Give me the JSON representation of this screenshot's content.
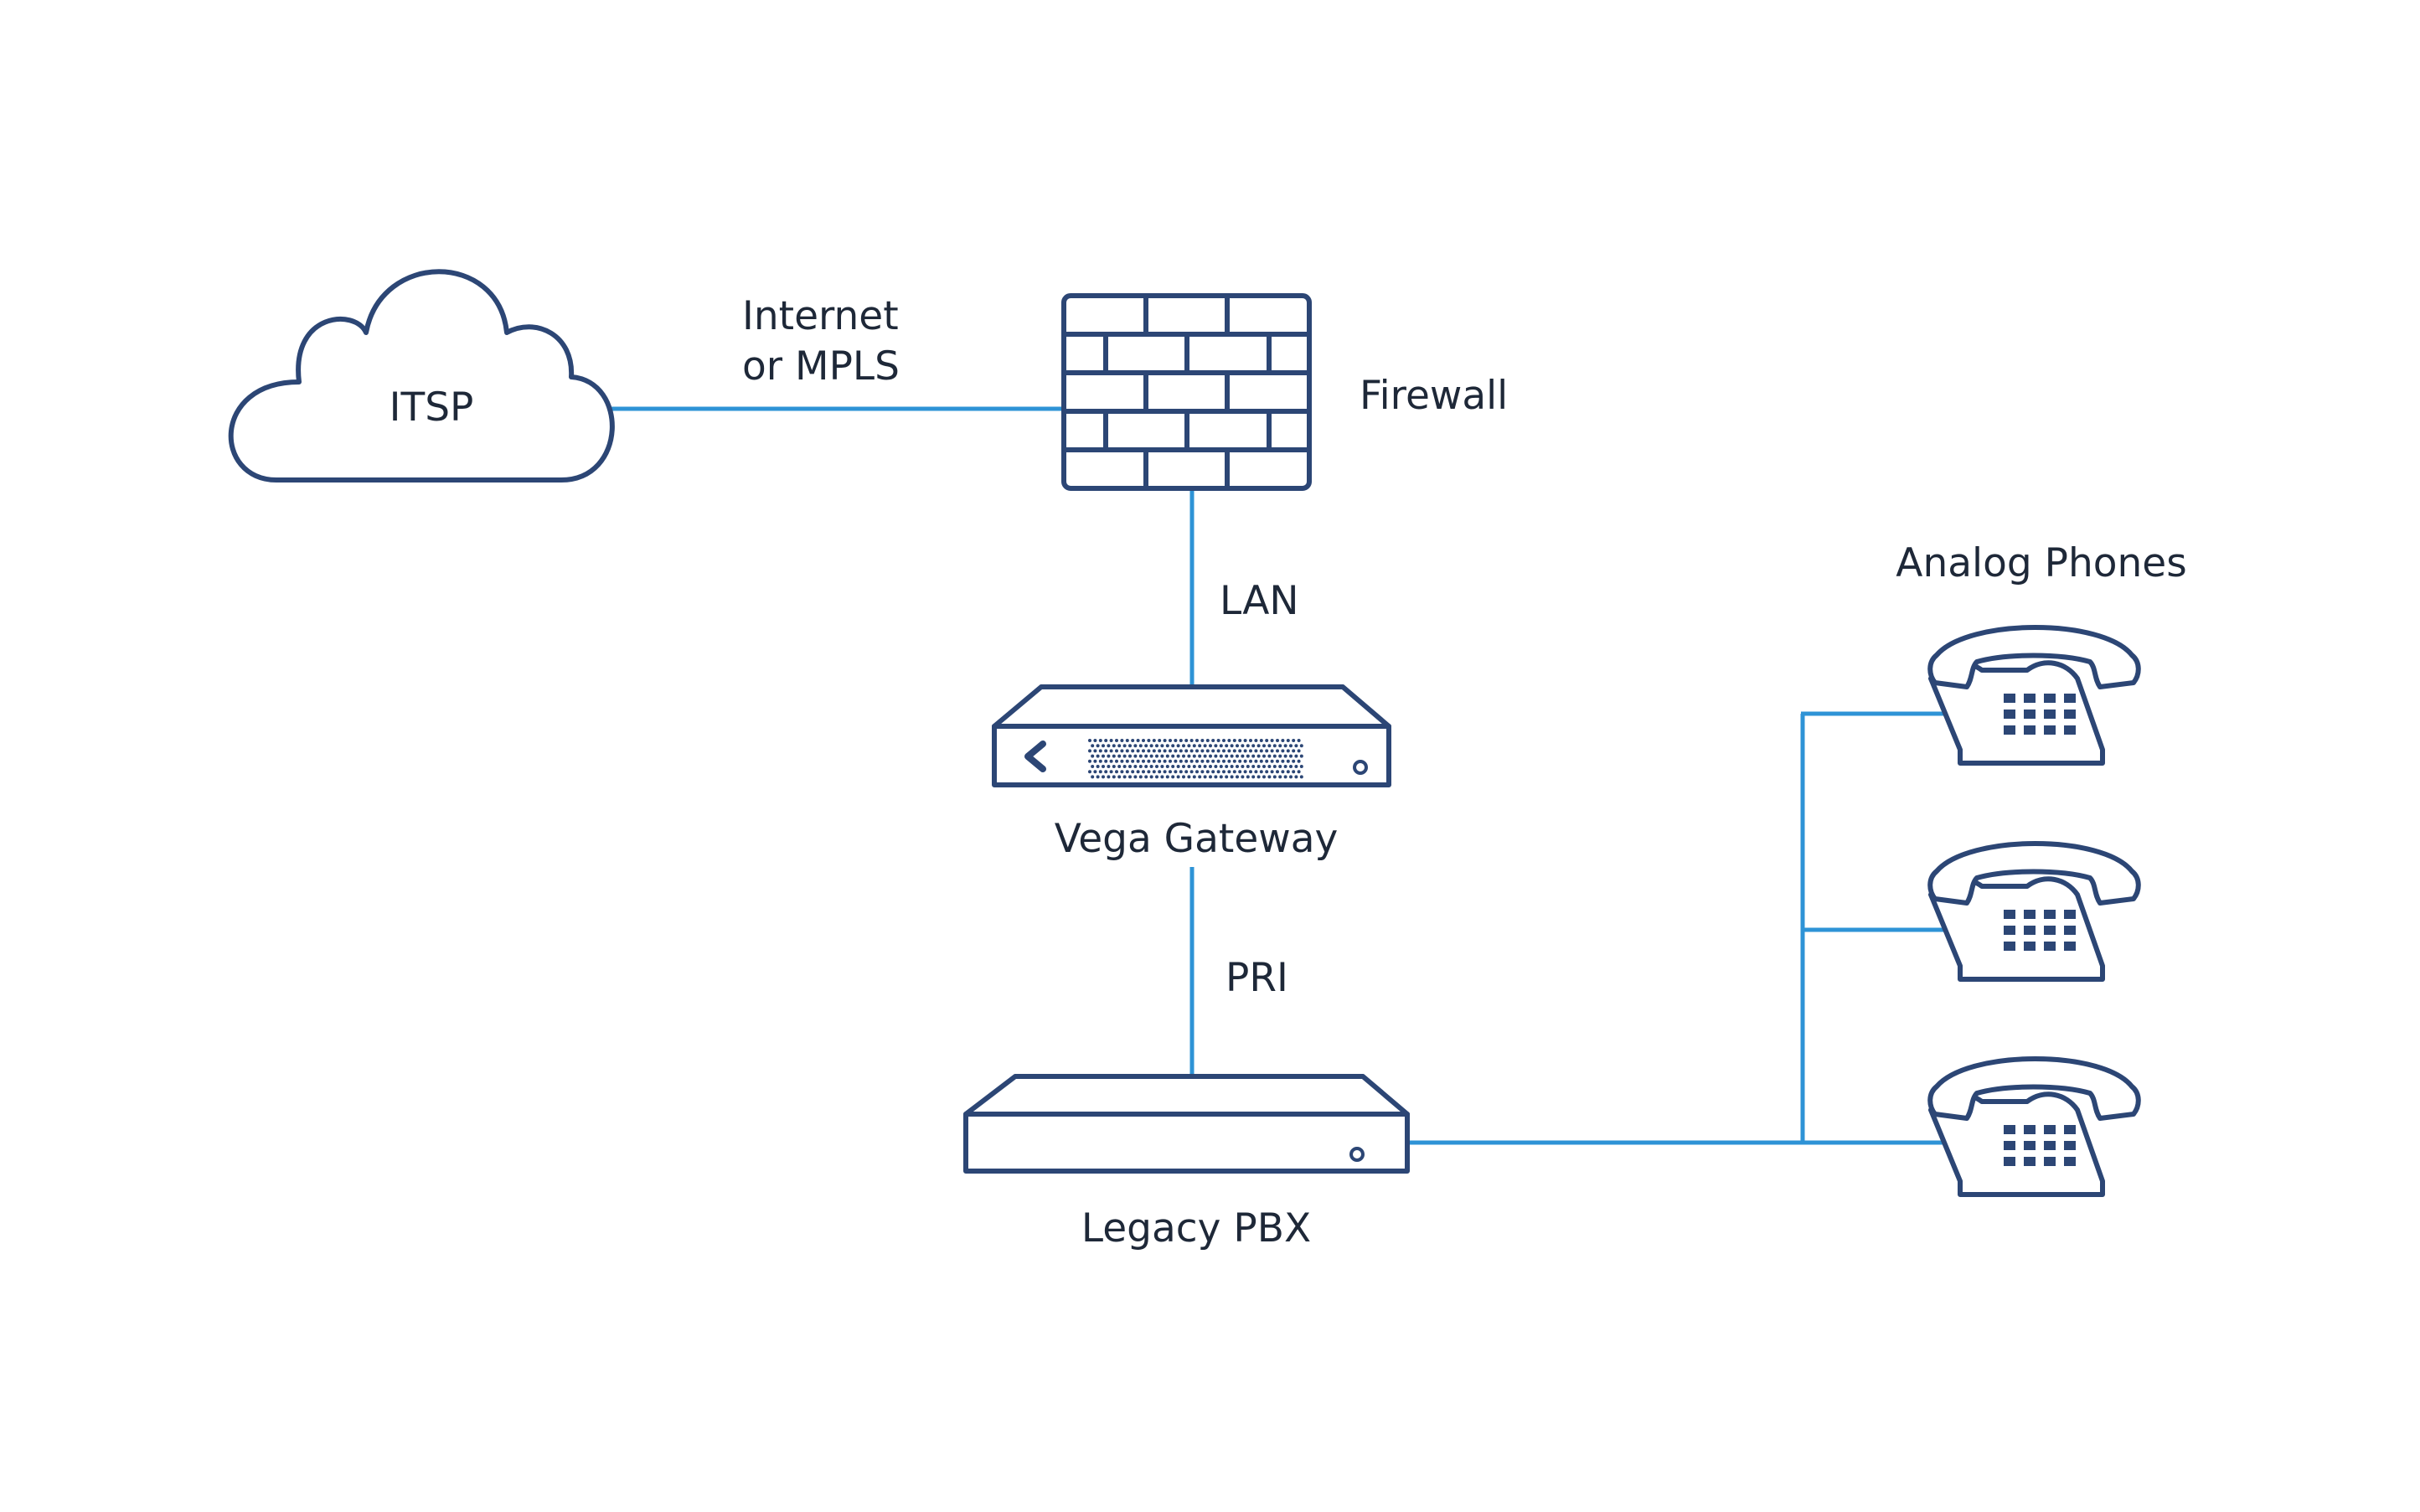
{
  "nodes": {
    "itsp": "ITSP",
    "firewall": "Firewall",
    "vega_gateway": "Vega Gateway",
    "legacy_pbx": "Legacy PBX",
    "analog_phones": "Analog Phones"
  },
  "links": {
    "internet_line1": "Internet",
    "internet_line2": "or MPLS",
    "lan": "LAN",
    "pri": "PRI"
  },
  "colors": {
    "outline": "#2c4675",
    "connector": "#2e93d6",
    "text": "#1e2838"
  }
}
